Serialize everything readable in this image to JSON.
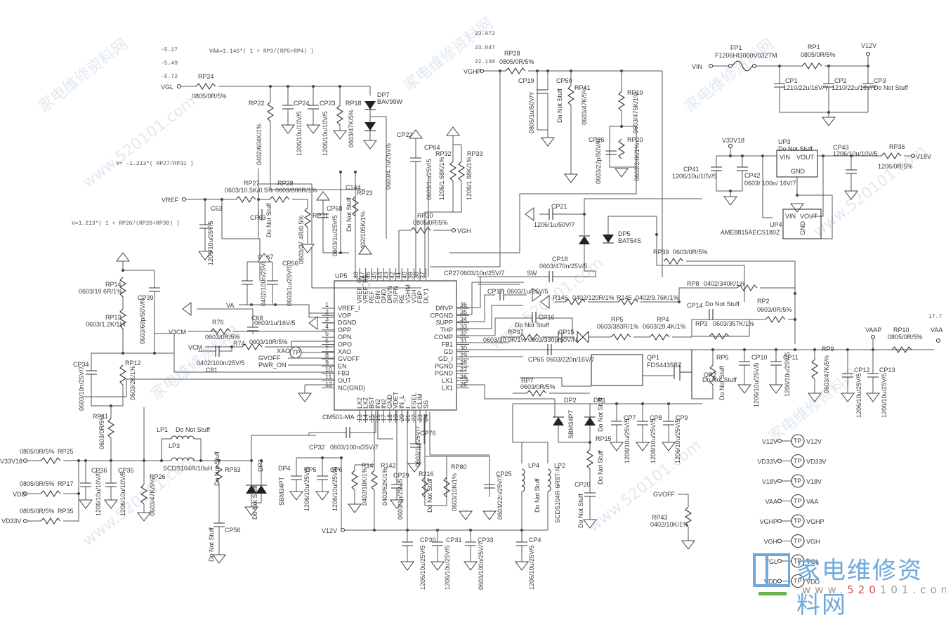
{
  "annotations": {
    "vaa_formula": "VAA=1.146*( 1 + RP3/(RP5+RP4) )",
    "vgl_levels": [
      "-5.27",
      "-5.49",
      "-5.72"
    ],
    "vgh_levels": [
      "23.972",
      "23.047",
      "22.130"
    ],
    "vgl_formula": "V= -1.213*( RP27/RP31 )",
    "vgh_formula": "V=1.213*( 1 + RP26/(RP28+RP30) )",
    "vaa_level": "17.7"
  },
  "nets": {
    "vgl": "VGL",
    "vghp": "VGHP",
    "vin": "VIN",
    "v12v": "V12V",
    "vref": "VREF",
    "vgh": "VGH",
    "v33v18": "V33V18",
    "v18v": "V18V",
    "va": "VA",
    "v3cm": "V3CM",
    "vcm": "VCM",
    "xao": "XAO",
    "gvoff": "GVOFF",
    "pwr_on": "PWR_ON",
    "sw": "SW",
    "vaap": "VAAP",
    "vaa": "VAA",
    "vdd": "VDD",
    "vd33v": "VD33V",
    "v12v_b": "V12V"
  },
  "ic": {
    "refdes": "UP5",
    "part": "CM501-MA",
    "left_pins": [
      {
        "num": "1",
        "name": "VREF_I"
      },
      {
        "num": "2",
        "name": "VOP"
      },
      {
        "num": "3",
        "name": "DGND"
      },
      {
        "num": "4",
        "name": "OPP"
      },
      {
        "num": "5",
        "name": "OPN"
      },
      {
        "num": "6",
        "name": "OPO"
      },
      {
        "num": "7",
        "name": "XAO"
      },
      {
        "num": "8",
        "name": "GVOFF"
      },
      {
        "num": "9",
        "name": "EN"
      },
      {
        "num": "10",
        "name": "FB3"
      },
      {
        "num": "11",
        "name": "OUT"
      },
      {
        "num": "12",
        "name": "NC(GND)"
      }
    ],
    "right_pins": [
      {
        "num": "36",
        "name": "DRVP"
      },
      {
        "num": "35",
        "name": "CPGND"
      },
      {
        "num": "34",
        "name": "SUPP"
      },
      {
        "num": "33",
        "name": "THP"
      },
      {
        "num": "32",
        "name": "COMP"
      },
      {
        "num": "31",
        "name": "FB1"
      },
      {
        "num": "30",
        "name": "GD"
      },
      {
        "num": "29",
        "name": "GD_I"
      },
      {
        "num": "28",
        "name": "PGND"
      },
      {
        "num": "27",
        "name": "PGND"
      },
      {
        "num": "26",
        "name": "LX1"
      },
      {
        "num": "25",
        "name": "LX1"
      }
    ],
    "top_pins": [
      {
        "num": "48",
        "name": "VREF_O"
      },
      {
        "num": "47",
        "name": "VREF_R5"
      },
      {
        "num": "46",
        "name": "REF"
      },
      {
        "num": "45",
        "name": "FBN"
      },
      {
        "num": "44",
        "name": "GND"
      },
      {
        "num": "43",
        "name": "DRVN"
      },
      {
        "num": "42",
        "name": "SUPN"
      },
      {
        "num": "41",
        "name": "RE"
      },
      {
        "num": "40",
        "name": "VGHM"
      },
      {
        "num": "39",
        "name": "VGH"
      },
      {
        "num": "38",
        "name": "FBP"
      },
      {
        "num": "37",
        "name": "DLY1"
      }
    ],
    "bottom_pins": [
      {
        "num": "13",
        "name": "LX2"
      },
      {
        "num": "14",
        "name": "LX2"
      },
      {
        "num": "15",
        "name": "BST"
      },
      {
        "num": "16",
        "name": "IN2"
      },
      {
        "num": "17",
        "name": "IN2"
      },
      {
        "num": "18",
        "name": "GND"
      },
      {
        "num": "19",
        "name": "VDET"
      },
      {
        "num": "20",
        "name": "IN_L"
      },
      {
        "num": "21",
        "name": "I"
      },
      {
        "num": "22",
        "name": "FSEL"
      },
      {
        "num": "23",
        "name": "CLIM"
      },
      {
        "num": "24",
        "name": "SS"
      }
    ]
  },
  "components": {
    "RP24": {
      "ref": "RP24",
      "val": "0805/0R/5%"
    },
    "RP22": {
      "ref": "RP22",
      "val": "0402/604K/1%"
    },
    "CP24": {
      "ref": "CP24",
      "val": "1206/10u/10V/5"
    },
    "CP23": {
      "ref": "CP23",
      "val": "1206/10u/10V/5"
    },
    "RP18": {
      "ref": "RP18",
      "val": "0603/47K/5%"
    },
    "DP7": {
      "ref": "DP7",
      "val": "BAV99W"
    },
    "CP22": {
      "ref": "CP22",
      "val": "0603/4.7u/25V/5"
    },
    "CP64": {
      "ref": "CP64",
      "val": "0603/1u/25V/5"
    },
    "RP32": {
      "ref": "RP32",
      "val": "1206/1.68K/1%"
    },
    "RP33": {
      "ref": "RP33",
      "val": "1206/1.68K/1%"
    },
    "RP28": {
      "ref": "RP28",
      "val": "0805/0R/5%"
    },
    "CP19": {
      "ref": "CP19",
      "val": "0805/1u/50V/Y"
    },
    "CP50": {
      "ref": "CP50",
      "val": "Do Not Stuff"
    },
    "RP41": {
      "ref": "RP41",
      "val": "0603/47K/5%"
    },
    "RP19": {
      "ref": "RP19",
      "val": "0603/475K/1%"
    },
    "CP26": {
      "ref": "CP26",
      "val": "0603/22p/50V/N"
    },
    "RP20": {
      "ref": "RP20",
      "val": "0603/24K/1%"
    },
    "FP1": {
      "ref": "FP1",
      "val": "F1206HI3000V032TM"
    },
    "RP1": {
      "ref": "RP1",
      "val": "0805/0R/5%"
    },
    "CP1": {
      "ref": "CP1",
      "val": "1210/22u/16V/Y"
    },
    "CP2": {
      "ref": "CP2",
      "val": "1210/22u/16V/Y"
    },
    "CP3": {
      "ref": "CP3",
      "val": "Do Not Stuff"
    },
    "UP3": {
      "ref": "UP3",
      "val": "Do Not Stuff",
      "pin_vin": "VIN",
      "pin_vout": "VOUT",
      "pin_gnd": "GND"
    },
    "CP43": {
      "ref": "CP43",
      "val": "1206/10u/10V/5"
    },
    "RP36": {
      "ref": "RP36",
      "val": "1206/0R/5%"
    },
    "CP41": {
      "ref": "CP41",
      "val": "1206/10u/10V/5"
    },
    "CP42": {
      "ref": "CP42",
      "val": "0603/ 100n/ 16V/7"
    },
    "UP4": {
      "ref": "UP4",
      "val": "AME8815AECS180Z",
      "pin_vin": "VIN",
      "pin_vout": "VOUT",
      "pin_gnd": "GND"
    },
    "RP27": {
      "ref": "RP27",
      "val": "0603/10.5K/0.5%"
    },
    "RP29": {
      "ref": "RP29",
      "val": "0603/806R/1%"
    },
    "C63": {
      "ref": "C63",
      "val": "1206/10u/25V/5"
    },
    "CP63": {
      "ref": "CP63",
      "val": "Do Not Stuff"
    },
    "RP31": {
      "ref": "RP31",
      "val": "0603/27.4R/0.5%"
    },
    "CP68": {
      "ref": "CP68",
      "val": "0603/1u/25V/5"
    },
    "C144": {
      "ref": "C144",
      "val": "Do Not Stuff"
    },
    "RP23": {
      "ref": "RP23",
      "val": "0402/105K/1%"
    },
    "RP30": {
      "ref": "RP30",
      "val": "0805/0R/5%"
    },
    "CP21": {
      "ref": "CP21",
      "val": "1206/1u/50V/7"
    },
    "DP5": {
      "ref": "DP5",
      "val": "BAT54S"
    },
    "RP39": {
      "ref": "RP39",
      "val": "0603/0R/5%"
    },
    "CP18": {
      "ref": "CP18",
      "val": "0603/470n/25V/5"
    },
    "CP27": {
      "ref": "CP27",
      "val": "0603/10n/25V/7"
    },
    "CP67": {
      "ref": "CP67",
      "val": "0402/100n/25V/5"
    },
    "CP66": {
      "ref": "CP66",
      "val": "0603/1u/25V/5"
    },
    "RP14": {
      "ref": "RP14",
      "val": "0603/19.6R/1%"
    },
    "RP13": {
      "ref": "RP13",
      "val": "0603/1.2K/1%"
    },
    "CP39": {
      "ref": "CP39",
      "val": "0603/68p/50V/N"
    },
    "C68": {
      "ref": "C68",
      "val": "0603/1u/16V/5"
    },
    "R76": {
      "ref": "R76",
      "val": "0603/0R/5%"
    },
    "R74": {
      "ref": "R74",
      "val": "0603/10R/5%"
    },
    "C81": {
      "ref": "C81",
      "val": "0402/100n/25V/5"
    },
    "CP34": {
      "ref": "CP34",
      "val": "0603/10n/25V/7"
    },
    "RP12": {
      "ref": "RP12",
      "val": "0603/2K/1%"
    },
    "RP11": {
      "ref": "RP11",
      "val": "0603/0R/5%"
    },
    "CP17": {
      "ref": "CP17",
      "val": "0603/1u/25V/5"
    },
    "R146": {
      "ref": "R146",
      "val": "0402/120R/1%"
    },
    "R145": {
      "ref": "R145",
      "val": "0402/9.76K/1%"
    },
    "RP8": {
      "ref": "RP8",
      "val": "0402/340K/1%"
    },
    "CP14": {
      "ref": "CP14",
      "val": "Do Not Stuff"
    },
    "RP2": {
      "ref": "RP2",
      "val": "0603/0R/5%"
    },
    "CP16": {
      "ref": "CP16",
      "val": "Do Not Stuff"
    },
    "RP37": {
      "ref": "RP37",
      "val": "0603/30.9K/1%"
    },
    "CP15": {
      "ref": "CP15",
      "val": "0603/330p/50V/N"
    },
    "RP5": {
      "ref": "RP5",
      "val": "0603/383R/1%"
    },
    "RP4": {
      "ref": "RP4",
      "val": "0603/29.4K/1%"
    },
    "RP3": {
      "ref": "RP3",
      "val": "0603/357K/1%"
    },
    "CP65": {
      "ref": "CP65",
      "val": "0603/220n/16V/7"
    },
    "QP1": {
      "ref": "QP1",
      "val": "FDS4435BZ"
    },
    "RP7": {
      "ref": "RP7",
      "val": "0603/0R/5%"
    },
    "QP2": {
      "ref": "QP2",
      "val": "Do Not Stuff"
    },
    "RP6": {
      "ref": "RP6",
      "val": "Do Not Stuff"
    },
    "CP10": {
      "ref": "CP10",
      "val": "1206/10u/25V/5"
    },
    "CP11": {
      "ref": "CP11",
      "val": "1206/10u/25V/5"
    },
    "RP9": {
      "ref": "RP9",
      "val": "0603/47K/5%"
    },
    "CP12": {
      "ref": "CP12",
      "val": "1206/10u/25V/5"
    },
    "CP13": {
      "ref": "CP13",
      "val": "1206/10u/25V/5"
    },
    "RP10": {
      "ref": "RP10",
      "val": "0805/0R/5%"
    },
    "DP2": {
      "ref": "DP2",
      "val": "SBM34PT"
    },
    "DP1": {
      "ref": "DP1",
      "val": "Do Not Stuff"
    },
    "RP15": {
      "ref": "RP15",
      "val": "Do Not Stuff"
    },
    "CP7": {
      "ref": "CP7",
      "val": "1206/10u/25V/5"
    },
    "CP8": {
      "ref": "CP8",
      "val": "1206/10u/25V/5"
    },
    "CP9": {
      "ref": "CP9",
      "val": "1206/10u/25V/5"
    },
    "CP20": {
      "ref": "CP20",
      "val": "Do Not Stuff"
    },
    "RP43": {
      "ref": "RP43",
      "val": "0402/10K/1%"
    },
    "LP1": {
      "ref": "LP1",
      "val": "Do Not Stuff"
    },
    "LP3": {
      "ref": "LP3",
      "val": "SCDS104R/10uH"
    },
    "RP25": {
      "ref": "RP25",
      "val": "0805/0R/5%"
    },
    "RP17": {
      "ref": "RP17",
      "val": "0805/0R/5%"
    },
    "RP35": {
      "ref": "RP35",
      "val": "0805/0R/5%"
    },
    "CP36": {
      "ref": "CP36",
      "val": "1206/10u/10V/5"
    },
    "CP35": {
      "ref": "CP35",
      "val": "1206/10u/10V/5"
    },
    "RP26": {
      "ref": "RP26",
      "val": "0603/47K/5%"
    },
    "RP53": {
      "ref": "RP53",
      "val": "Do Not Stuff"
    },
    "CP56": {
      "ref": "CP56",
      "val": "Do Not Stuff"
    },
    "DP3": {
      "ref": "DP3",
      "val": "Do Not Stuff"
    },
    "DP4": {
      "ref": "DP4",
      "val": "SBM34PT"
    },
    "CP32": {
      "ref": "CP32",
      "val": "0603/100n/25V/7"
    },
    "CP5": {
      "ref": "CP5",
      "val": "1206/10u/25V/5"
    },
    "CP6": {
      "ref": "CP6",
      "val": "1206/10u/25V/5"
    },
    "R14": {
      "ref": "R14",
      "val": "0402/10K/1%"
    },
    "R142": {
      "ref": "R142",
      "val": "0402/62K/1%"
    },
    "CP29": {
      "ref": "CP29",
      "val": "0603/1u/25V/5"
    },
    "CP76": {
      "ref": "CP76",
      "val": "0603/1u/25V/7"
    },
    "R216": {
      "ref": "R216",
      "val": "Do Not Stuff"
    },
    "RP80": {
      "ref": "RP80",
      "val": "0603/10K/1%"
    },
    "CP25": {
      "ref": "CP25",
      "val": "0603/22n/25V/7"
    },
    "LP4": {
      "ref": "LP4",
      "val": "Do Not Stuff"
    },
    "LP2": {
      "ref": "LP2",
      "val": "SCDS104R-6R8T-N"
    },
    "CP30": {
      "ref": "CP30",
      "val": "1206/10u/25V/5"
    },
    "CP31": {
      "ref": "CP31",
      "val": "1206/10u/25V/5"
    },
    "CP33": {
      "ref": "CP33",
      "val": "0603/100n/25V/7"
    },
    "CP4": {
      "ref": "CP4",
      "val": "1206/10u/25V/5"
    }
  },
  "test_points": [
    {
      "net": "V12V",
      "label": "V12V"
    },
    {
      "net": "VD33V",
      "label": "VD33V"
    },
    {
      "net": "V18V",
      "label": "V18V"
    },
    {
      "net": "VAA",
      "label": "VAA"
    },
    {
      "net": "VGHP",
      "label": "VGHP"
    },
    {
      "net": "VGH",
      "label": "VGH"
    },
    {
      "net": "VGL",
      "label": "VGL"
    },
    {
      "net": "VDD",
      "label": "VDD"
    }
  ],
  "tp_text": "TP",
  "xao_tp": "TP",
  "watermark": {
    "brand": "家电维修资料网",
    "url_red": "520",
    "url_rest": "101.com",
    "url_prefix": "www.",
    "site": "www.520101.com",
    "brand_color": "#6fa8dc",
    "accent_color": "#d9534f"
  }
}
